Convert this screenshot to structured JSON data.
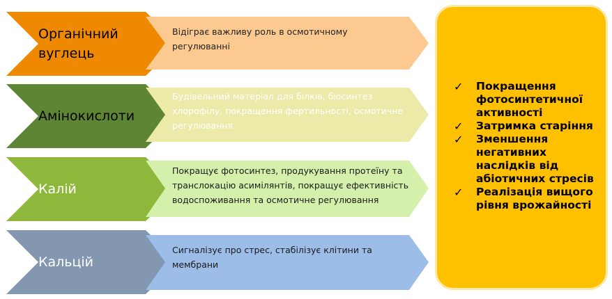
{
  "rows": [
    {
      "label": "Органічний вуглець",
      "label_color": "#000000",
      "chevron_color": "#ef8a00",
      "text": "Відіграє важливу роль в осмотичному регулюванні",
      "text_color": "#222222",
      "arrow_color": "#fcc990"
    },
    {
      "label": "Амінокислоти",
      "label_color": "#000000",
      "chevron_color": "#5d8533",
      "text": "Будівельний матеріал для білків, біосинтез хлорофілу, покращення фертильності, осмотичне регулювання",
      "text_color": "#ffffff",
      "arrow_color": "#ebeaa9"
    },
    {
      "label": "Калій",
      "label_color": "#ffffff",
      "chevron_color": "#8db83b",
      "text": "Покращує фотосинтез, продукування протеїну та транслокацію асимілянтів, покращує ефективність водоспоживання та осмотичне регулювання",
      "text_color": "#1a1a1a",
      "arrow_color": "#d4f0aa"
    },
    {
      "label": "Кальцій",
      "label_color": "#ffffff",
      "chevron_color": "#8497b0",
      "text": "Сигналізує про стрес, стабілізує клітини та мембрани",
      "text_color": "#1a1a1a",
      "arrow_color": "#9dbde9"
    }
  ],
  "summary": {
    "items": [
      {
        "check": "✓",
        "text": "Покращення фотосинтетичної активності"
      },
      {
        "check": "✓",
        "text": "Затримка старіння"
      },
      {
        "check": "✓",
        "text": "Зменшення негативних наслідків від абіотичних стресів"
      },
      {
        "check": "✓",
        "text": "Реалізація вищого рівня врожайності"
      }
    ]
  }
}
